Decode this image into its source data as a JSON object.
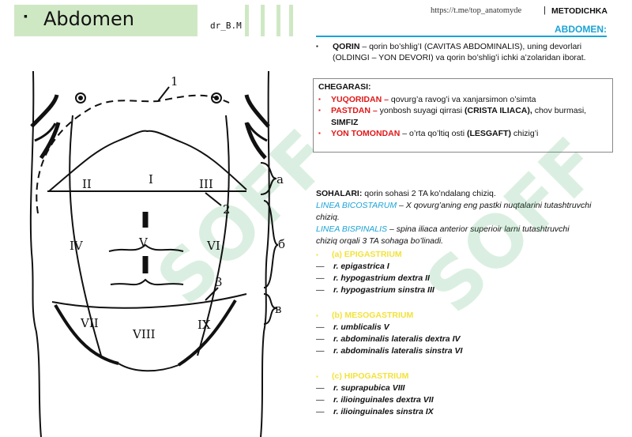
{
  "header": {
    "title": "Abdomen",
    "title_bullet": "▪",
    "author": "dr_B.M",
    "link": "https://t.me/top_anatomyde",
    "separator": "|",
    "tag": "METODICHKA"
  },
  "section": {
    "title": "ABDOMEN:",
    "intro_bullet": "▪",
    "intro_bold": "QORIN",
    "intro_rest_line1": " – qorin bo’shlig’I (CAVITAS ABDOMINALIS), uning devorlari",
    "intro_line2": "(OLDINGI – YON DEVORI) va qorin bo’shlig’i ichki a’zolaridan iborat."
  },
  "borders": {
    "heading": "CHEGARASI:",
    "items": [
      {
        "label": "YUQORIDAN –",
        "text": " qovurg’a ravog’i va xanjarsimon o’simta",
        "text2": ""
      },
      {
        "label": "PASTDAN –",
        "text": " yonbosh suyagi qirrasi ",
        "bold": "(CRISTA ILIACA),",
        "text2": " chov burmasi,",
        "line2": "SIMFIZ"
      },
      {
        "label": "YON TOMONDAN",
        "text": " – o’rta qo’ltiq osti ",
        "bold": "(LESGAFT)",
        "text2": " chizig’i"
      }
    ]
  },
  "regions": {
    "intro_label": "SOHALARI:",
    "intro_text": "  qorin sohasi 2 TA ko’ndalang chiziq.",
    "line1_term": "LINEA BICOSTARUM",
    "line1_text": " – X qovurg’aning eng pastki nuqtalarini tutashtruvchi",
    "line1_cont": "chiziq.",
    "line2_term": "LINEA BISPINALIS",
    "line2_text": " – spina iliaca anterior superioir larni tutashtruvchi",
    "line2_cont": "chiziq orqali 3 TA sohaga bo’linadi.",
    "groups": [
      {
        "head": "(a) EPIGASTRIUM",
        "items": [
          "r. epigastrica  I",
          "r. hypogastrium  dextra  II",
          "r. hypogastrium  sinstra  III"
        ]
      },
      {
        "head": "(b) MESOGASTRIUM",
        "items": [
          "r. umblicalis  V",
          "r. abdominalis  lateralis dextra  IV",
          "r. abdominalis  lateralis sinstra  VI"
        ]
      },
      {
        "head": "(c) HIPOGASTRIUM",
        "items": [
          "r. suprapubica  VIII",
          "r. ilioinguinales  dextra  VII",
          "r. ilioinguinales  sinstra  IX"
        ]
      }
    ]
  },
  "diagram_labels": {
    "I": "I",
    "II": "II",
    "III": "III",
    "IV": "IV",
    "V": "V",
    "VI": "VI",
    "VII": "VII",
    "VIII": "VIII",
    "IX": "IX",
    "n1": "1",
    "n2": "2",
    "n3": "3",
    "a": "a",
    "b": "б",
    "c": "в"
  },
  "watermark": "SOFF",
  "colors": {
    "accent_blue": "#1aa3d6",
    "red": "#e01818",
    "yellow": "#f3e23a",
    "title_band": "#cfe8c4"
  }
}
